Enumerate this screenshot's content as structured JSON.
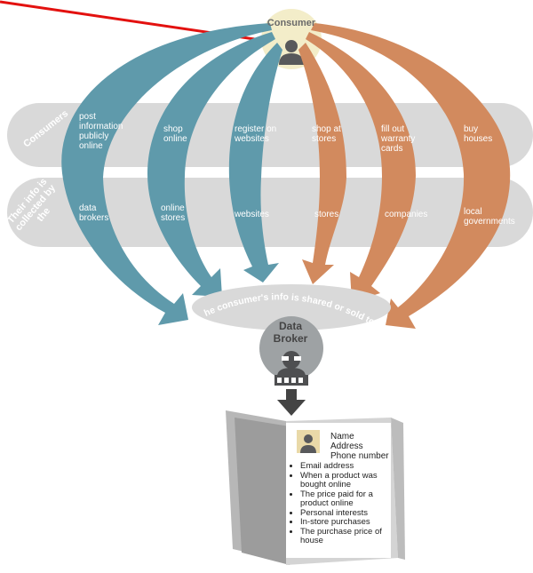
{
  "consumer": {
    "label": "Consumer"
  },
  "rows": {
    "consumers_title": "Consumers",
    "collected_title": "Their info is collected by the"
  },
  "actions": [
    {
      "text": "post information publicly online",
      "color": "teal"
    },
    {
      "text": "shop online",
      "color": "teal"
    },
    {
      "text": "register on websites",
      "color": "teal"
    },
    {
      "text": "shop at stores",
      "color": "orange"
    },
    {
      "text": "fill out warranty cards",
      "color": "orange"
    },
    {
      "text": "buy houses",
      "color": "orange"
    }
  ],
  "collectors": [
    {
      "text": "data brokers"
    },
    {
      "text": "online stores"
    },
    {
      "text": "websites"
    },
    {
      "text": "stores"
    },
    {
      "text": "companies"
    },
    {
      "text": "local governments"
    }
  ],
  "shared_text": "The consumer's info is shared or sold to the",
  "broker": {
    "label": "Data Broker"
  },
  "report": {
    "name": "Name",
    "address": "Address",
    "phone": "Phone number",
    "items": [
      "Email address",
      "When a product was bought online",
      "The price paid for a product online",
      "Personal interests",
      "In-store purchases",
      "The purchase price of house"
    ]
  },
  "colors": {
    "teal": "#5f9aab",
    "orange": "#d28a5e",
    "band": "#d9d9d9",
    "consumer_circle": "#f3edc9",
    "broker_circle": "#9ea2a4",
    "arrow_red": "#e3110f",
    "dark": "#444444"
  }
}
